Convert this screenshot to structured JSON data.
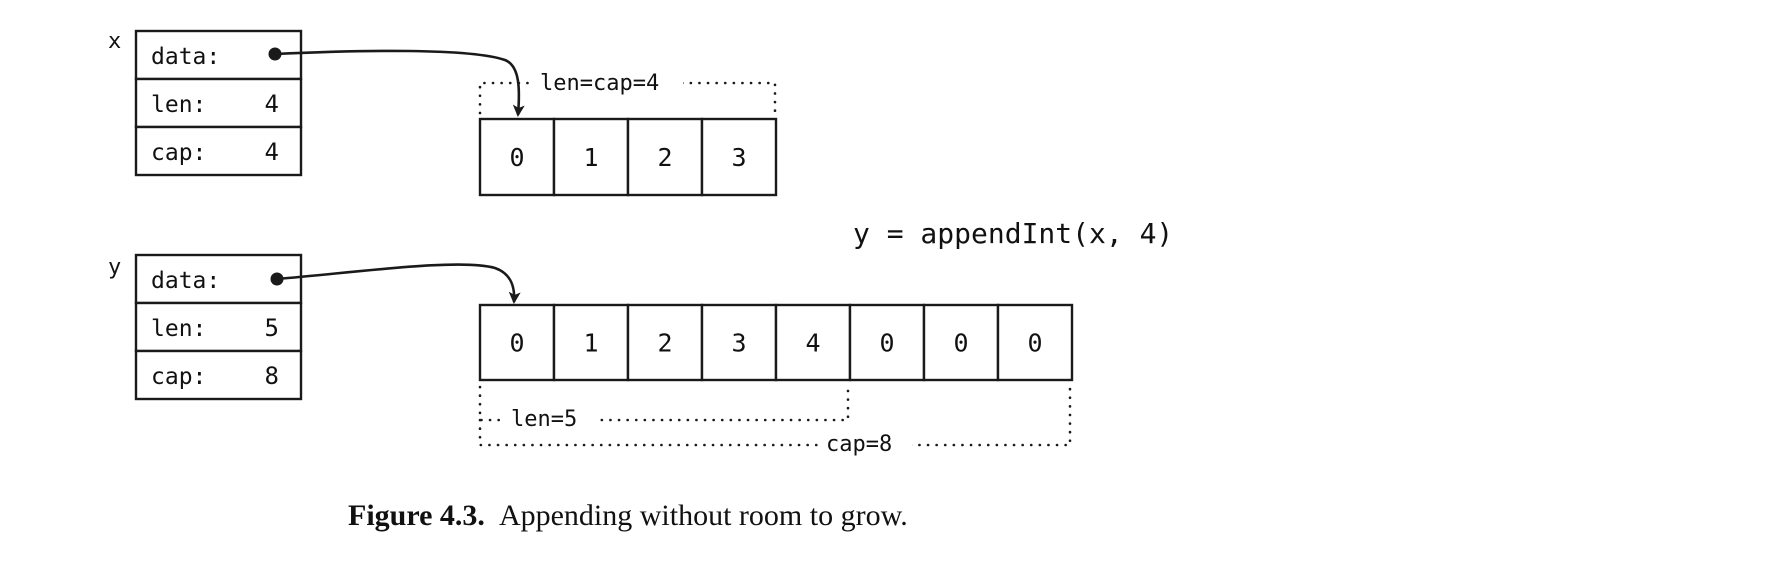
{
  "colors": {
    "ink": "#1a1a1a",
    "background": "#ffffff"
  },
  "slice_x": {
    "name": "x",
    "fields": [
      {
        "label": "data:",
        "value": ""
      },
      {
        "label": "len:",
        "value": "4"
      },
      {
        "label": "cap:",
        "value": "4"
      }
    ],
    "array": [
      "0",
      "1",
      "2",
      "3"
    ],
    "bracket_label": "len=cap=4"
  },
  "slice_y": {
    "name": "y",
    "fields": [
      {
        "label": "data:",
        "value": ""
      },
      {
        "label": "len:",
        "value": "5"
      },
      {
        "label": "cap:",
        "value": "8"
      }
    ],
    "array": [
      "0",
      "1",
      "2",
      "3",
      "4",
      "0",
      "0",
      "0"
    ],
    "len_label": "len=5",
    "cap_label": "cap=8"
  },
  "statement": "y = appendInt(x, 4)",
  "caption": {
    "number": "Figure 4.3.",
    "text": "Appending without room to grow."
  }
}
